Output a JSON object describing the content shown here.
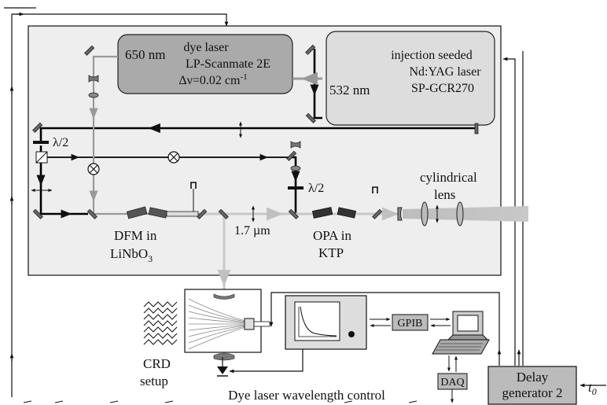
{
  "dye_laser": {
    "wavelength": "650 nm",
    "line1": "dye laser",
    "line2": "LP-Scanmate 2E",
    "line3": "Δν=0.02 cm",
    "line3_sup": "-1"
  },
  "pump_laser": {
    "line1": "injection seeded",
    "line2": "Nd:YAG laser",
    "line3": "SP-GCR270",
    "wavelength": "532 nm"
  },
  "waveplate_1": "λ/2",
  "waveplate_2": "λ/2",
  "dfm": {
    "line1": "DFM in",
    "line2": "LiNbO",
    "line2_sub": "3"
  },
  "ir_wavelength": "1.7 µm",
  "opa": {
    "line1": "OPA in",
    "line2": "KTP"
  },
  "lens": {
    "line1": "cylindrical",
    "line2": "lens"
  },
  "crd": {
    "line1": "CRD",
    "line2": "setup"
  },
  "gpib": "GPIB",
  "daq": "DAQ",
  "delay": {
    "line1": "Delay",
    "line2": "generator 2"
  },
  "trigger": {
    "main": "t",
    "sub": "0"
  },
  "footer": "Dye laser wavelength control",
  "colors": {
    "panel": "#eeeeee",
    "laser_box": "#aaaaaa",
    "grey_beam": "#999999",
    "ir_beam": "#c8c8c8"
  }
}
